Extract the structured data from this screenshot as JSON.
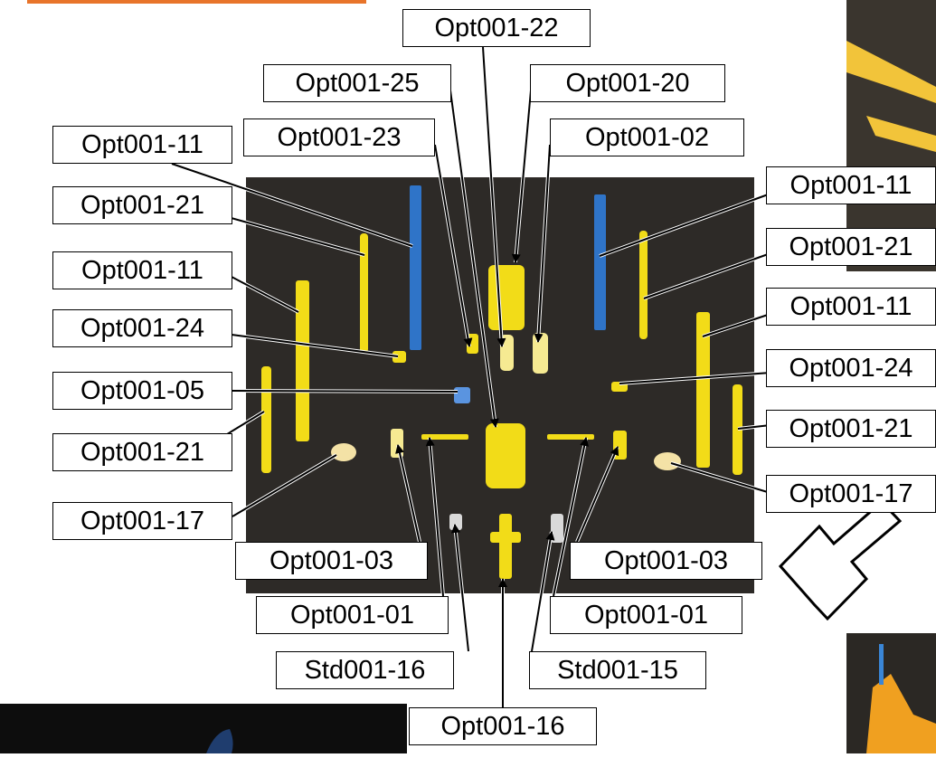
{
  "colors": {
    "accent": "#e8742a",
    "part_yellow": "#f2dc18",
    "part_blue": "#2f74c8",
    "backdrop": "#2d2a27",
    "leader": "#000000"
  },
  "labels": {
    "opt001_22": "Opt001-22",
    "opt001_25": "Opt001-25",
    "opt001_20": "Opt001-20",
    "opt001_23": "Opt001-23",
    "opt001_02": "Opt001-02",
    "opt001_11_l1": "Opt001-11",
    "opt001_21_l1": "Opt001-21",
    "opt001_11_l2": "Opt001-11",
    "opt001_24_l": "Opt001-24",
    "opt001_05": "Opt001-05",
    "opt001_21_l2": "Opt001-21",
    "opt001_17_l": "Opt001-17",
    "opt001_03_l": "Opt001-03",
    "opt001_01_l": "Opt001-01",
    "std001_16": "Std001-16",
    "opt001_16": "Opt001-16",
    "std001_15": "Std001-15",
    "opt001_01_r": "Opt001-01",
    "opt001_03_r": "Opt001-03",
    "opt001_11_r1": "Opt001-11",
    "opt001_21_r1": "Opt001-21",
    "opt001_11_r2": "Opt001-11",
    "opt001_24_r": "Opt001-24",
    "opt001_21_r2": "Opt001-21",
    "opt001_17_r": "Opt001-17"
  }
}
